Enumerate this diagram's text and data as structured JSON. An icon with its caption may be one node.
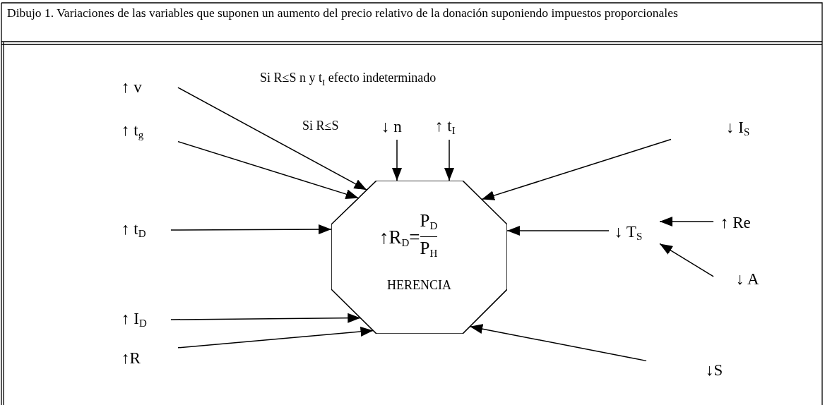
{
  "diagram": {
    "title": "Dibujo 1. Variaciones de las variables que suponen un aumento del precio relativo de la donación suponiendo impuestos proporcionales",
    "nodes": [
      {
        "text": [
          "↑R$_{D}$=",
          "P$_{D}$",
          "P$_{H}$",
          "HERENCIA"
        ]
      },
      {
        "text": [
          "↑ v"
        ]
      },
      {
        "text": [
          "↑ t$_{g}$"
        ]
      },
      {
        "text": [
          "↑ t$_{D}$"
        ]
      },
      {
        "text": [
          "↑ I$_{D}$"
        ]
      },
      {
        "text": [
          "↑R"
        ]
      },
      {
        "text": [
          "↓ n"
        ]
      },
      {
        "text": [
          "↑ t$_{I}$"
        ]
      },
      {
        "text": [
          "↓ I$_{S}$"
        ]
      },
      {
        "text": [
          "↓ T$_{S}$"
        ]
      },
      {
        "text": [
          "↑ Re"
        ]
      },
      {
        "text": [
          "↓ A"
        ]
      },
      {
        "text": [
          "↓S"
        ]
      }
    ],
    "edges": [
      {
        "from": 1,
        "to": 0,
        "arrow": "to"
      },
      {
        "from": 2,
        "to": 0,
        "arrow": "to"
      },
      {
        "from": 3,
        "to": 0,
        "arrow": "to"
      },
      {
        "from": 4,
        "to": 0,
        "arrow": "to"
      },
      {
        "from": 5,
        "to": 0,
        "arrow": "to"
      },
      {
        "from": 6,
        "to": 0,
        "arrow": "to"
      },
      {
        "from": 7,
        "to": 0,
        "arrow": "to"
      },
      {
        "from": 8,
        "to": 0,
        "arrow": "to"
      },
      {
        "from": 9,
        "to": 0,
        "arrow": "to"
      },
      {
        "from": 10,
        "to": 9,
        "arrow": "to"
      },
      {
        "from": 11,
        "to": 9,
        "arrow": "to"
      },
      {
        "from": 12,
        "to": 0,
        "arrow": "to"
      }
    ],
    "labels": [
      "Si R≤S  n y t$_{I}$ efecto indeterminado",
      "Si R≤S"
    ]
  }
}
